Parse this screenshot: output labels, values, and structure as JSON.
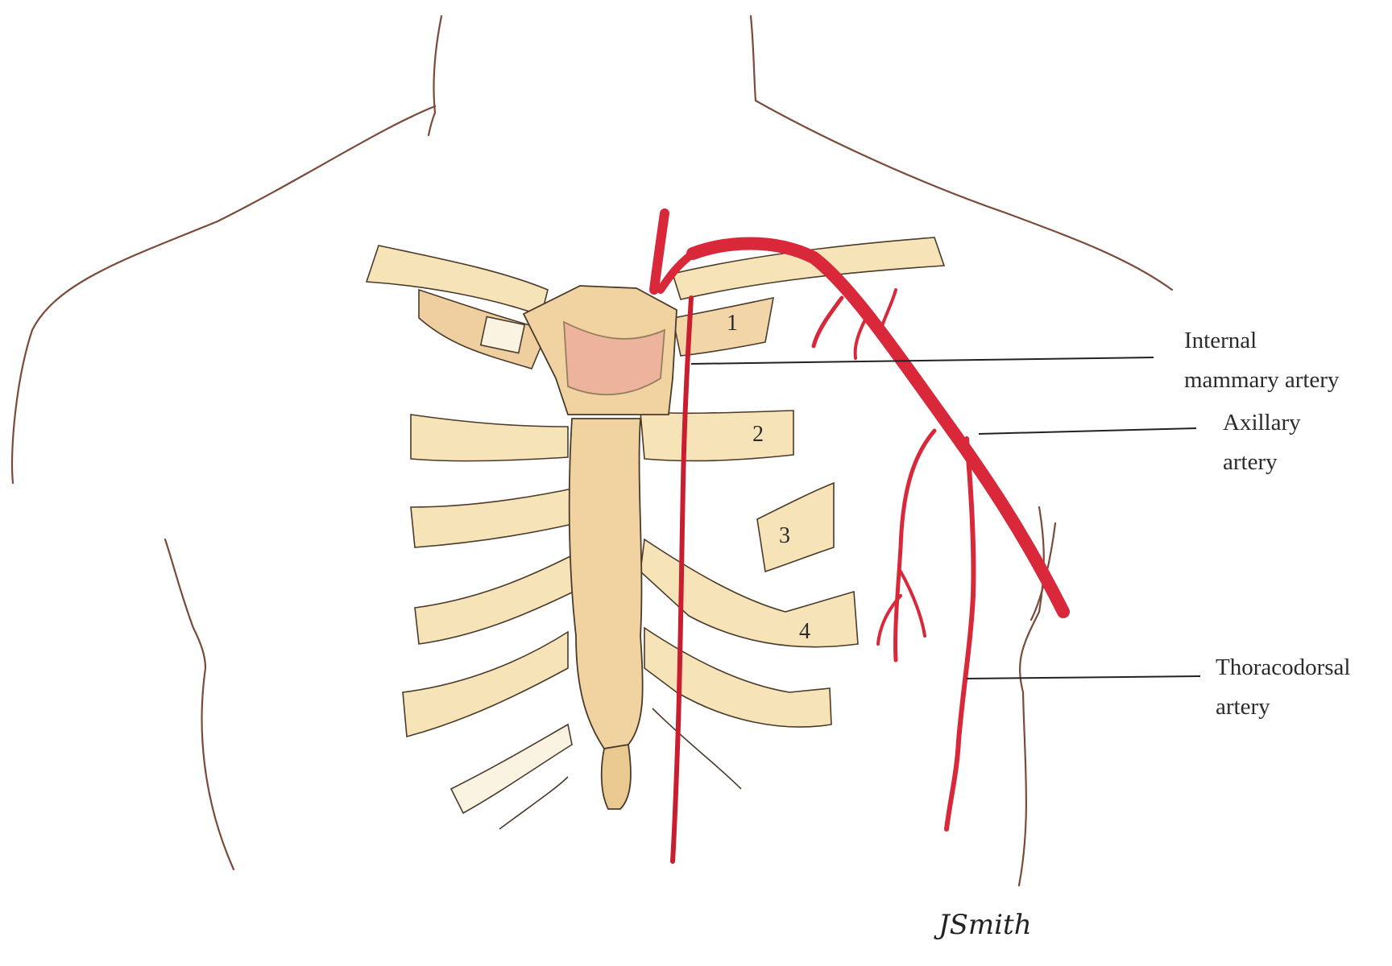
{
  "colors": {
    "background": "#ffffff",
    "body_outline": "#7a4a3a",
    "bone_fill": "#f6e4b8",
    "bone_shade": "#e9c98f",
    "sternum_fill": "#f0d3a0",
    "artery": "#d8283a",
    "artery_light": "#ec8f8f",
    "leader_line": "#222222"
  },
  "rib_numbers": [
    "1",
    "2",
    "3",
    "4"
  ],
  "labels": {
    "internal_mammary": [
      "Internal",
      "mammary artery"
    ],
    "axillary": [
      "Axillary",
      "artery"
    ],
    "thoracodorsal": [
      "Thoracodorsal",
      "artery"
    ]
  },
  "signature": "JSmith"
}
